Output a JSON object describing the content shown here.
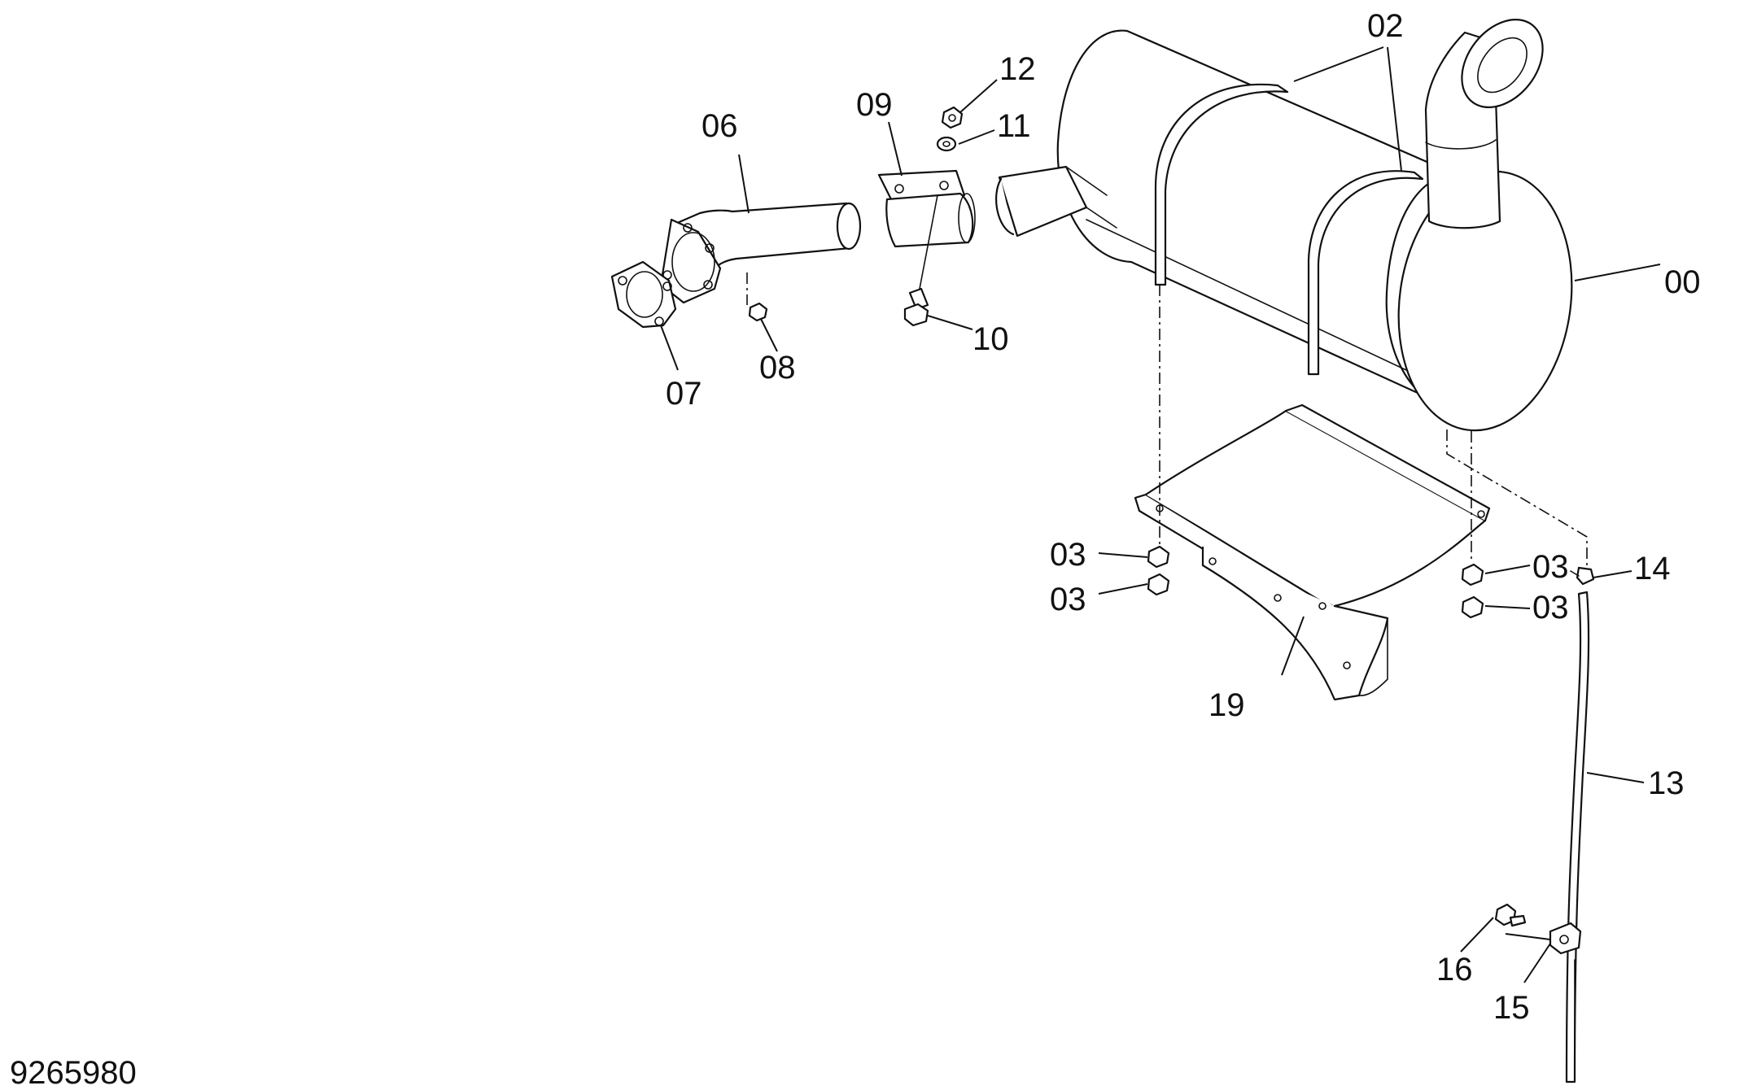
{
  "diagram": {
    "document_number": "9265980",
    "callouts": {
      "c00": "00",
      "c02": "02",
      "c03a": "03",
      "c03b": "03",
      "c03c": "03",
      "c03d": "03",
      "c06": "06",
      "c07": "07",
      "c08": "08",
      "c09": "09",
      "c10": "10",
      "c11": "11",
      "c12": "12",
      "c13": "13",
      "c14": "14",
      "c15": "15",
      "c16": "16",
      "c19": "19"
    }
  }
}
